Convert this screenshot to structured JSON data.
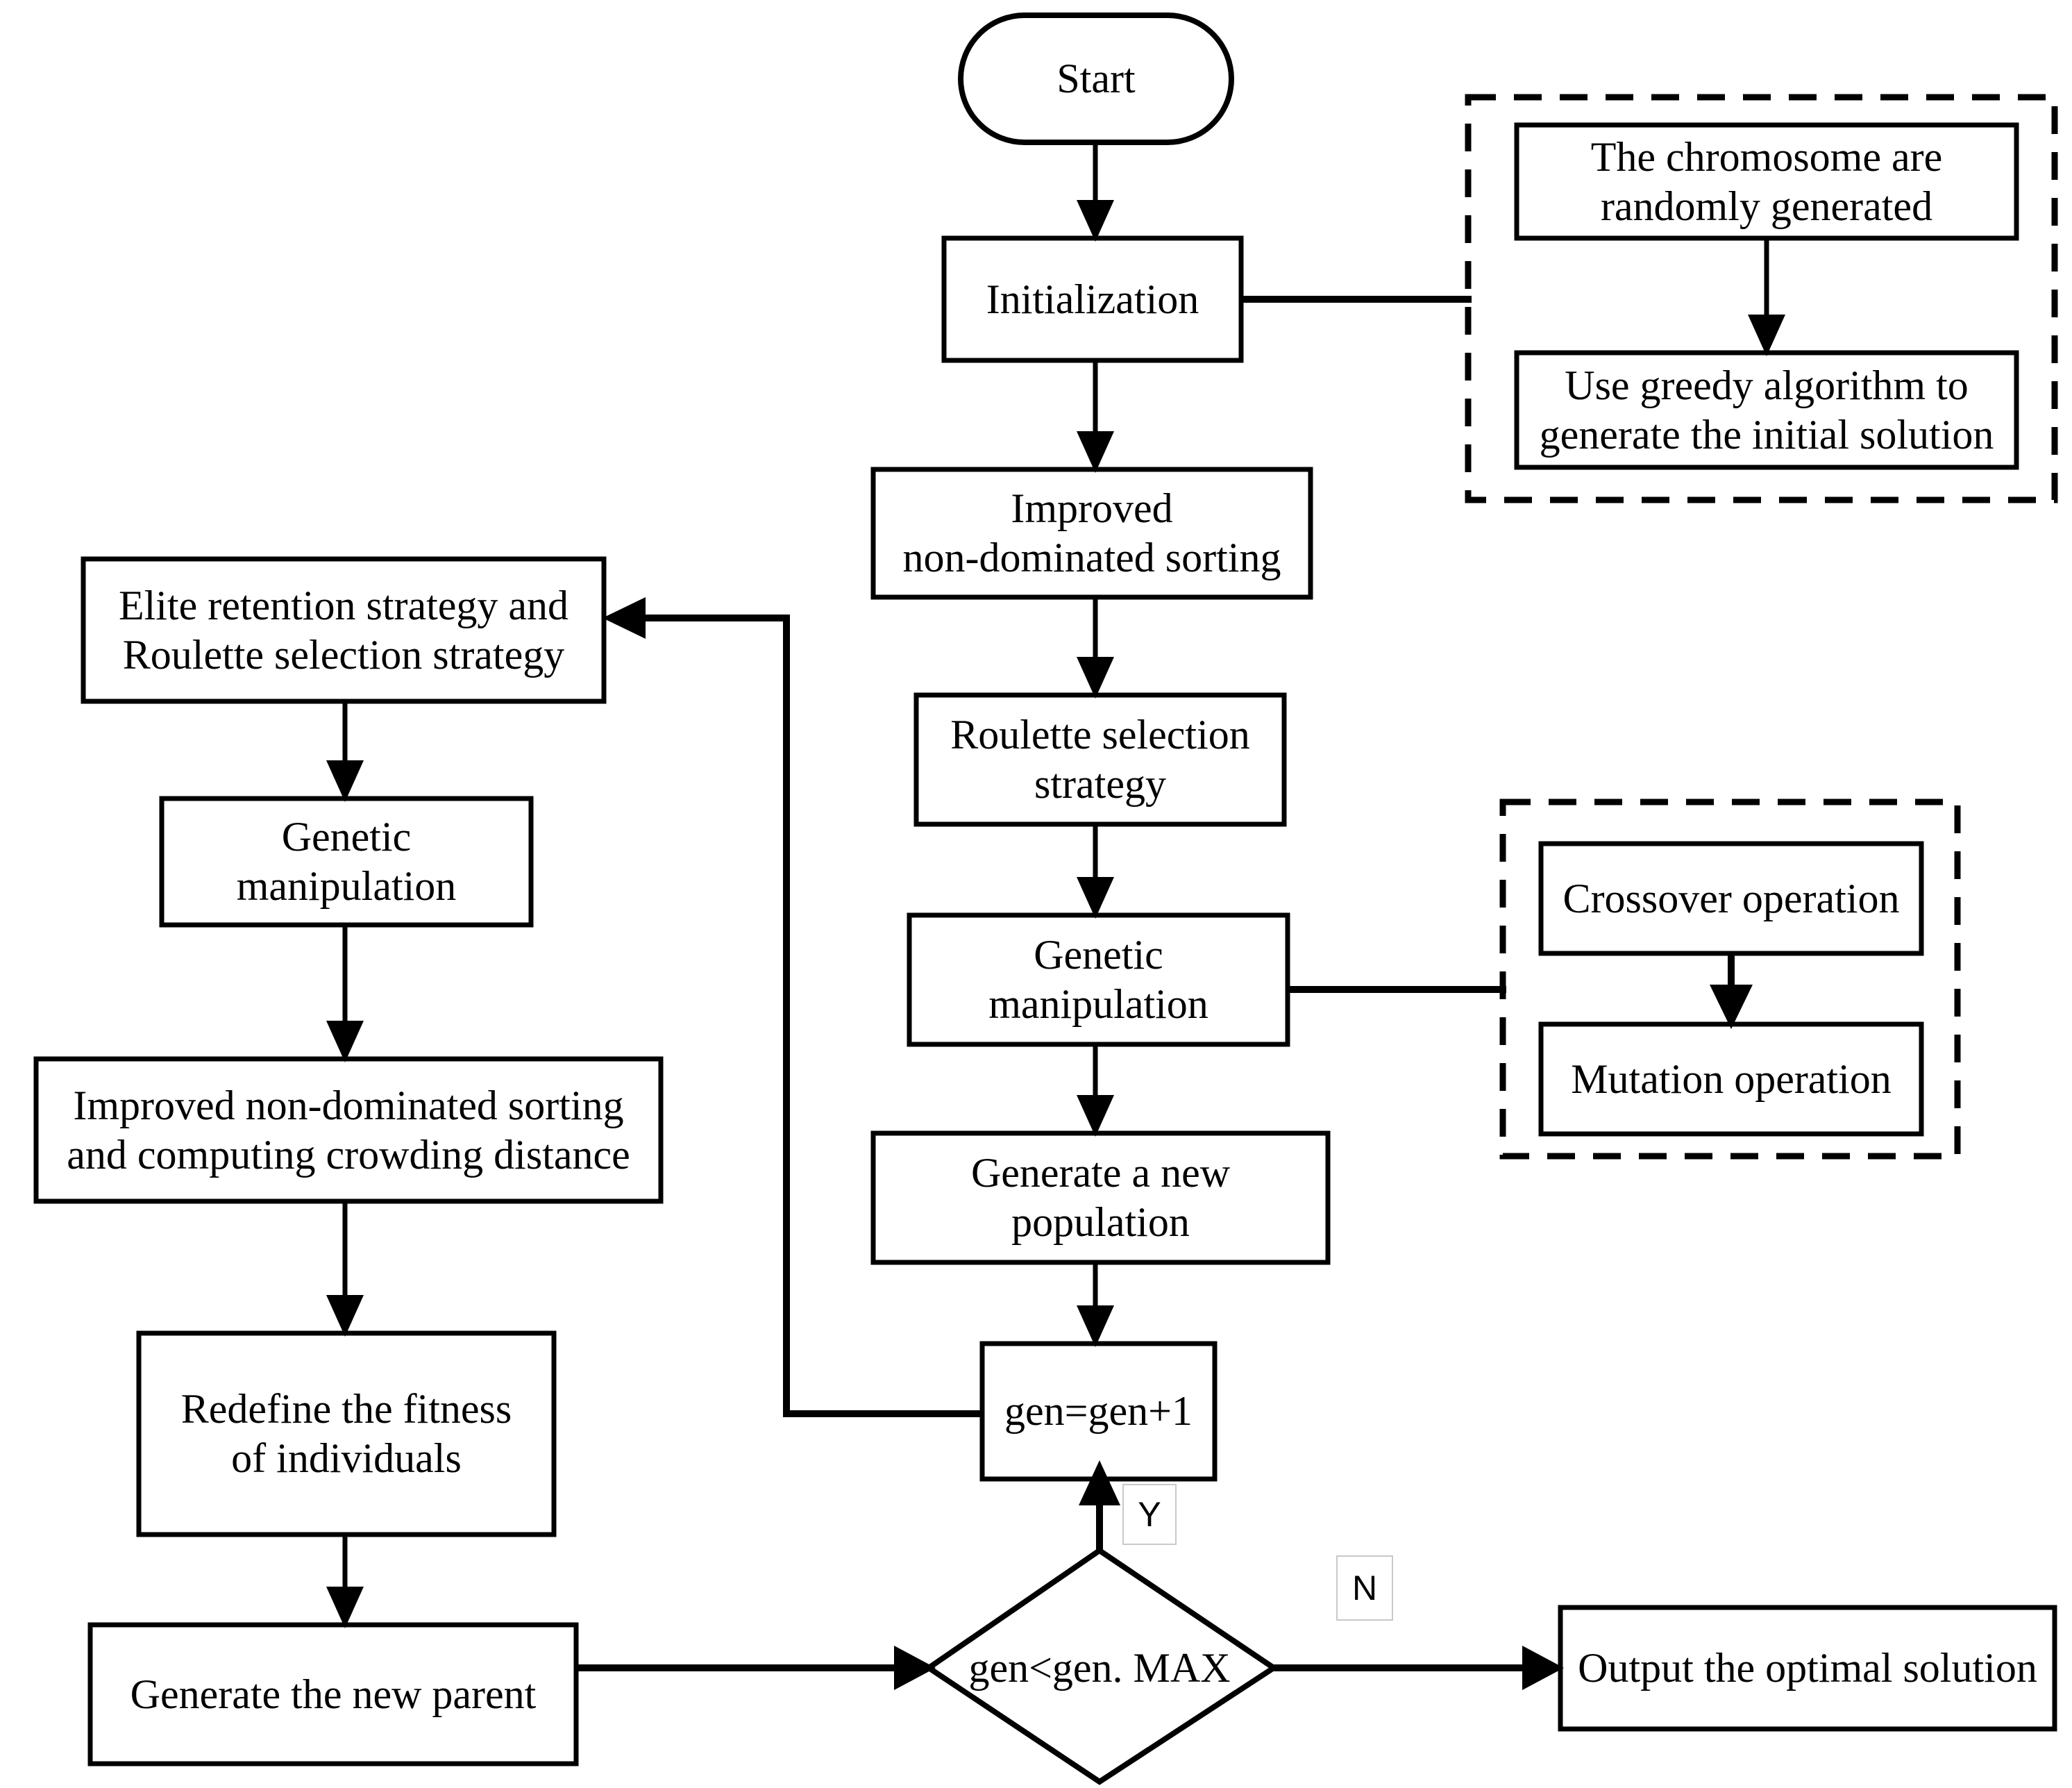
{
  "diagram": {
    "title": "Improved NSGA-II genetic algorithm flowchart",
    "colors": {
      "stroke": "#000000",
      "fill": "#ffffff",
      "flag_border": "#c9c9c9"
    },
    "nodes": {
      "start": {
        "label": "Start",
        "shape": "rounded-terminal"
      },
      "initialization": {
        "label": "Initialization",
        "shape": "process"
      },
      "improved_sorting": {
        "label": "Improved\nnon-dominated sorting",
        "shape": "process"
      },
      "roulette_selection": {
        "label": "Roulette selection\nstrategy",
        "shape": "process"
      },
      "genetic_manipulation_center": {
        "label": "Genetic\nmanipulation",
        "shape": "process"
      },
      "generate_new_population": {
        "label": "Generate a new\npopulation",
        "shape": "process"
      },
      "gen_increment": {
        "label": "gen=gen+1",
        "shape": "process"
      },
      "decision": {
        "label": "gen<gen. MAX",
        "shape": "decision"
      },
      "output": {
        "label": "Output the optimal solution",
        "shape": "process"
      },
      "elite_retention": {
        "label": "Elite retention strategy and\nRoulette selection strategy",
        "shape": "process"
      },
      "genetic_manipulation_left": {
        "label": "Genetic\nmanipulation",
        "shape": "process"
      },
      "sorting_crowding": {
        "label": "Improved non-dominated sorting\nand computing crowding distance",
        "shape": "process"
      },
      "redefine_fitness": {
        "label": "Redefine the fitness\nof individuals",
        "shape": "process"
      },
      "generate_new_parent": {
        "label": "Generate the new parent",
        "shape": "process"
      },
      "chromosome_random": {
        "label": "The chromosome are\nrandomly generated",
        "shape": "process"
      },
      "greedy_algorithm": {
        "label": "Use greedy algorithm  to\ngenerate the initial solution",
        "shape": "process"
      },
      "crossover": {
        "label": "Crossover operation",
        "shape": "process"
      },
      "mutation": {
        "label": "Mutation operation",
        "shape": "process"
      }
    },
    "groups": {
      "initialization_detail": {
        "name": "initialization-detail-group",
        "style": "dashed"
      },
      "genetic_detail": {
        "name": "genetic-detail-group",
        "style": "dashed"
      }
    },
    "edge_labels": {
      "yes": "Y",
      "no": "N"
    },
    "edges": [
      {
        "from": "start",
        "to": "initialization",
        "arrow": true
      },
      {
        "from": "initialization",
        "to": "initialization_detail",
        "arrow": false
      },
      {
        "from": "initialization",
        "to": "improved_sorting",
        "arrow": true
      },
      {
        "from": "improved_sorting",
        "to": "roulette_selection",
        "arrow": true
      },
      {
        "from": "roulette_selection",
        "to": "genetic_manipulation_center",
        "arrow": true
      },
      {
        "from": "genetic_manipulation_center",
        "to": "genetic_detail",
        "arrow": false
      },
      {
        "from": "genetic_manipulation_center",
        "to": "generate_new_population",
        "arrow": true
      },
      {
        "from": "generate_new_population",
        "to": "gen_increment",
        "arrow": true
      },
      {
        "from": "gen_increment",
        "to": "elite_retention",
        "arrow": true
      },
      {
        "from": "elite_retention",
        "to": "genetic_manipulation_left",
        "arrow": true
      },
      {
        "from": "genetic_manipulation_left",
        "to": "sorting_crowding",
        "arrow": true
      },
      {
        "from": "sorting_crowding",
        "to": "redefine_fitness",
        "arrow": true
      },
      {
        "from": "redefine_fitness",
        "to": "generate_new_parent",
        "arrow": true
      },
      {
        "from": "generate_new_parent",
        "to": "decision",
        "arrow": true
      },
      {
        "from": "decision",
        "to": "gen_increment",
        "arrow": true,
        "label": "Y"
      },
      {
        "from": "decision",
        "to": "output",
        "arrow": true,
        "label": "N"
      },
      {
        "from": "chromosome_random",
        "to": "greedy_algorithm",
        "arrow": true
      },
      {
        "from": "crossover",
        "to": "mutation",
        "arrow": true
      }
    ]
  }
}
